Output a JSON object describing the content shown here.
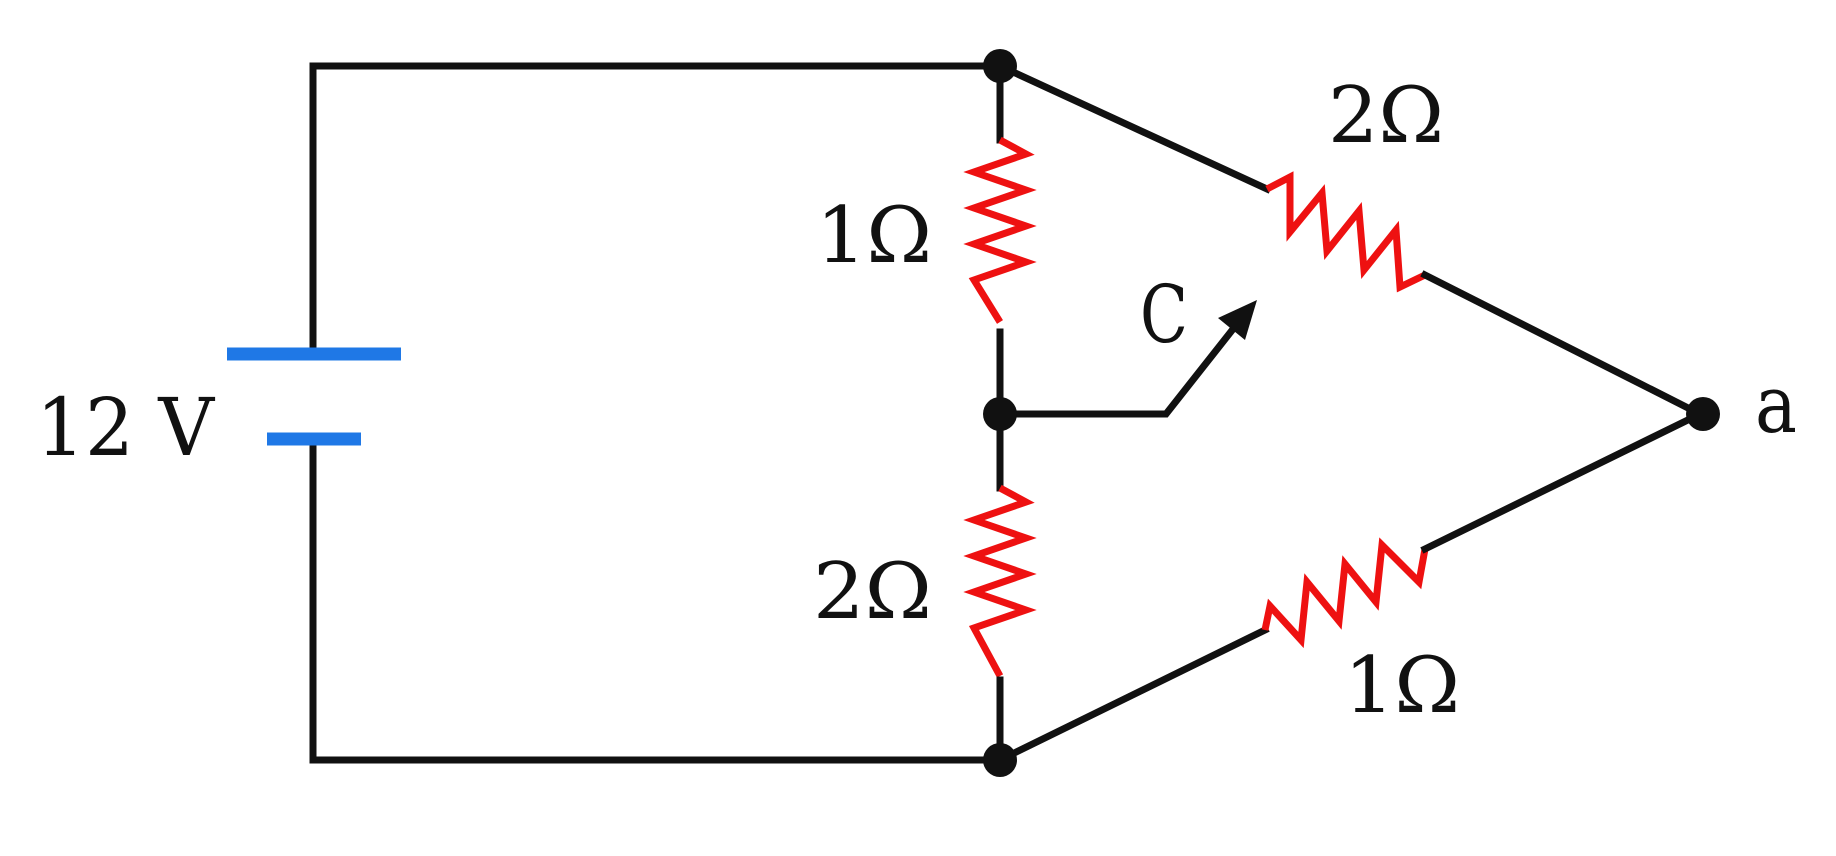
{
  "battery": {
    "label": "12 V"
  },
  "resistors": {
    "top_vertical": "1Ω",
    "bottom_vertical": "2Ω",
    "top_diagonal": "2Ω",
    "bottom_diagonal": "1Ω"
  },
  "switch": {
    "label": "C"
  },
  "terminal": {
    "label": "a"
  },
  "colors": {
    "wire": "#111111",
    "resistor": "#ee1111",
    "battery": "#1f78e6"
  }
}
